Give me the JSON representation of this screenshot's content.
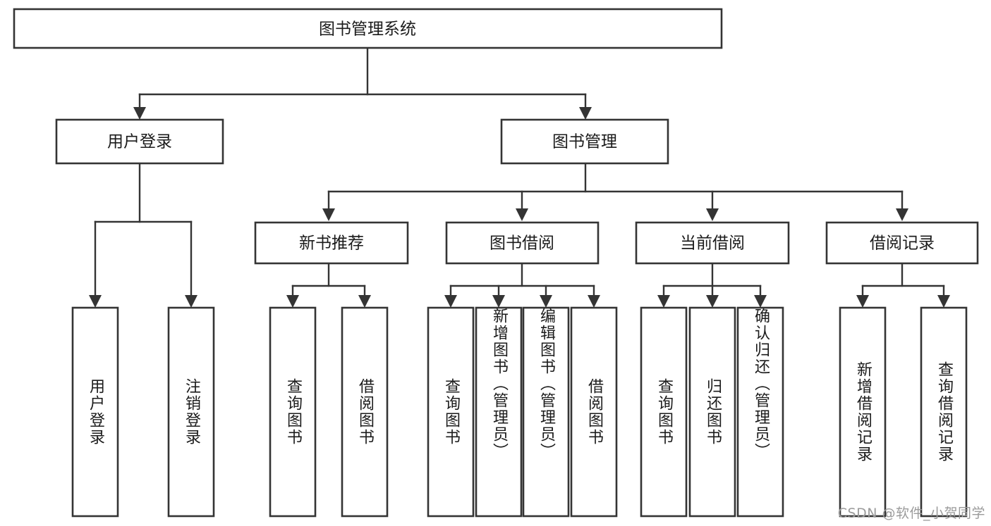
{
  "diagram": {
    "title": "图书管理系统",
    "type": "tree",
    "watermark": "CSDN @软件_小贺同学",
    "colors": {
      "box_fill": "#ffffff",
      "box_stroke": "#343434",
      "line": "#343434",
      "text": "#1b1b1b",
      "watermark": "#9b9b9b",
      "background": "#ffffff"
    },
    "root": {
      "id": "root",
      "label": "图书管理系统",
      "orientation": "horizontal"
    },
    "level2": [
      {
        "id": "user-login",
        "label": "用户登录",
        "orientation": "horizontal"
      },
      {
        "id": "book-manage",
        "label": "图书管理",
        "orientation": "horizontal"
      }
    ],
    "level3": [
      {
        "id": "new-book-recommend",
        "label": "新书推荐",
        "orientation": "horizontal",
        "parent": "book-manage"
      },
      {
        "id": "book-borrow",
        "label": "图书借阅",
        "orientation": "horizontal",
        "parent": "book-manage"
      },
      {
        "id": "current-borrow",
        "label": "当前借阅",
        "orientation": "horizontal",
        "parent": "book-manage"
      },
      {
        "id": "borrow-record",
        "label": "借阅记录",
        "orientation": "horizontal",
        "parent": "book-manage"
      }
    ],
    "leaves": [
      {
        "id": "leaf-user-login",
        "label": "用户登录",
        "orientation": "vertical",
        "parent": "user-login"
      },
      {
        "id": "leaf-logout-login",
        "label": "注销登录",
        "orientation": "vertical",
        "parent": "user-login"
      },
      {
        "id": "leaf-query-book-1",
        "label": "查询图书",
        "orientation": "vertical",
        "parent": "new-book-recommend"
      },
      {
        "id": "leaf-borrow-book-1",
        "label": "借阅图书",
        "orientation": "vertical",
        "parent": "new-book-recommend"
      },
      {
        "id": "leaf-query-book-2",
        "label": "查询图书",
        "orientation": "vertical",
        "parent": "book-borrow"
      },
      {
        "id": "leaf-add-book",
        "label": "新增图书（管理员）",
        "orientation": "vertical",
        "parent": "book-borrow"
      },
      {
        "id": "leaf-edit-book",
        "label": "编辑图书（管理员）",
        "orientation": "vertical",
        "parent": "book-borrow"
      },
      {
        "id": "leaf-borrow-book-2",
        "label": "借阅图书",
        "orientation": "vertical",
        "parent": "book-borrow"
      },
      {
        "id": "leaf-query-book-3",
        "label": "查询图书",
        "orientation": "vertical",
        "parent": "current-borrow"
      },
      {
        "id": "leaf-return-book",
        "label": "归还图书",
        "orientation": "vertical",
        "parent": "current-borrow"
      },
      {
        "id": "leaf-confirm-return",
        "label": "确认归还（管理员）",
        "orientation": "vertical",
        "parent": "current-borrow"
      },
      {
        "id": "leaf-add-record",
        "label": "新增借阅记录",
        "orientation": "vertical",
        "parent": "borrow-record"
      },
      {
        "id": "leaf-query-record",
        "label": "查询借阅记录",
        "orientation": "vertical",
        "parent": "borrow-record"
      }
    ]
  }
}
